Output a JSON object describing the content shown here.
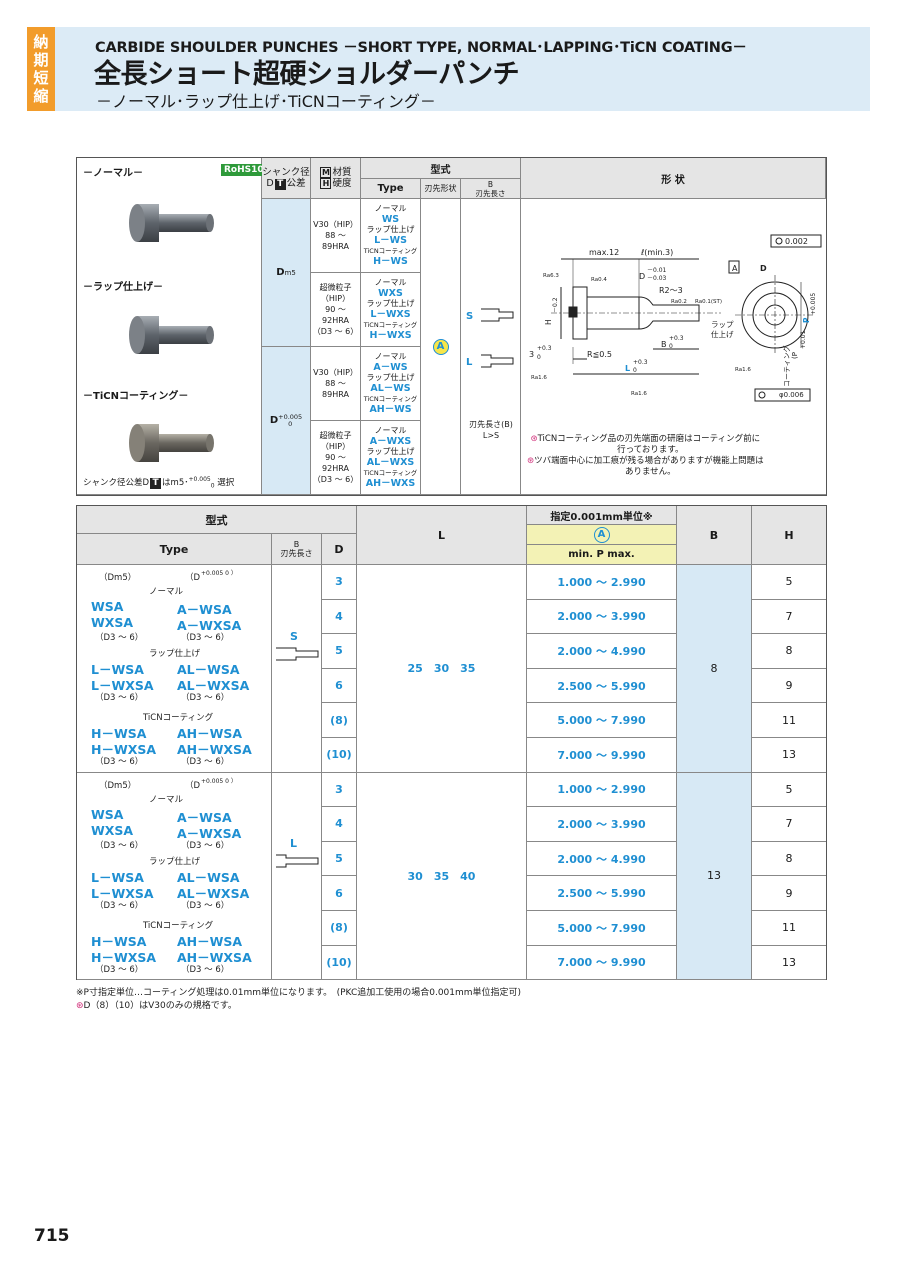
{
  "header": {
    "badge": [
      "納",
      "期",
      "短",
      "縮"
    ],
    "title_en": "CARBIDE SHOULDER PUNCHES －SHORT TYPE, NORMAL･LAPPING･TiCN COATING－",
    "title_jp": "全長ショート超硬ショルダーパンチ",
    "subtitle_jp": "－ノーマル･ラップ仕上げ･TiCNコーティング－"
  },
  "top_table": {
    "finishes": [
      "－ノーマル－",
      "－ラップ仕上げ－",
      "－TiCNコーティング－"
    ],
    "rohs": "RoHS10",
    "shank_note": "シャンク径公差D",
    "shank_note2": "はm5･",
    "shank_note3": "選択",
    "h_shank": [
      "シャンク径",
      "公差"
    ],
    "h_material": [
      "材質",
      "硬度"
    ],
    "h_model": "型式",
    "h_type": "Type",
    "h_tip_shape": "刃先形状",
    "h_tip_len": [
      "B",
      "刃先長さ"
    ],
    "h_shape": "形 状",
    "d_m5": "D",
    "d_m5_sub": "m5",
    "d_plus": "D",
    "d_plus_tol": [
      "+0.005",
      "0"
    ],
    "mat_v30": [
      "V30（HIP）",
      "88 ～ 89HRA"
    ],
    "mat_fine": [
      "超微粒子",
      "（HIP）",
      "90 ～ 92HRA",
      "（D3 ～ 6）"
    ],
    "types_1": [
      "ノーマル",
      "WS",
      "ラップ仕上げ",
      "L－WS",
      "TiCNコーティング",
      "H－WS"
    ],
    "types_2": [
      "ノーマル",
      "WXS",
      "ラップ仕上げ",
      "L－WXS",
      "TiCNコーティング",
      "H－WXS"
    ],
    "types_3": [
      "ノーマル",
      "A－WS",
      "ラップ仕上げ",
      "AL－WS",
      "TiCNコーティング",
      "AH－WS"
    ],
    "types_4": [
      "ノーマル",
      "A－WXS",
      "ラップ仕上げ",
      "AL－WXS",
      "TiCNコーティング",
      "AH－WXS"
    ],
    "tip_A": "A",
    "tip_S": "S",
    "tip_L": "L",
    "tip_note": [
      "刃先長さ(B)",
      "L>S"
    ],
    "drawing_labels": {
      "max12": "max.12",
      "lmin3": "ℓ(min.3)",
      "d_tol": [
        "D",
        "－0.01",
        "－0.03"
      ],
      "r23": "R2～3",
      "datum_A": "A",
      "dt": "D",
      "tol_0002": "0.002",
      "h_02": [
        "H",
        "－0.2",
        "0"
      ],
      "lap": [
        "ラップ",
        "仕上げ"
      ],
      "three": [
        "3",
        "+0.3",
        "0"
      ],
      "r05": "R≦0.5",
      "b_tol": [
        "B",
        "+0.3",
        "0"
      ],
      "l_tol": [
        "L",
        "+0.3",
        "0"
      ],
      "p_tol": [
        "P",
        "+0.005",
        "0"
      ],
      "coating": [
        "コーティング",
        "(P",
        "+0.01",
        "0)"
      ],
      "phi0006": "φ0.006",
      "ra": [
        "Ra6.3",
        "Ra0.4",
        "Ra0.2",
        "Ra0.1(ST)",
        "Ra1.6",
        "Ra1.6",
        "Ra1.6"
      ]
    },
    "notes": [
      "TiCNコーティング品の刃先端面の研磨はコーティング前に",
      "行っております。",
      "ツバ端面中心に加工痕が残る場合がありますが機能上問題は",
      "ありません。"
    ]
  },
  "bottom_table": {
    "h_model": "型式",
    "h_type": "Type",
    "h_b": [
      "B",
      "刃先長さ"
    ],
    "h_d": "D",
    "h_l": "L",
    "h_p_spec": "指定0.001mm単位※",
    "h_p_A": "A",
    "h_p_range": "min. P max.",
    "h_bcol": "B",
    "h_h": "H",
    "groups": [
      {
        "tip": "S",
        "d_m5": "（Dm5）",
        "d_plus": "（D",
        "d_plus_tol": "+0.005 0 ）",
        "normal_label": "ノーマル",
        "normal_left": [
          "WSA",
          "WXSA"
        ],
        "normal_right": [
          "A－WSA",
          "A－WXSA"
        ],
        "normal_range": "（D3 ～ 6）",
        "lap_label": "ラップ仕上げ",
        "lap_left": [
          "L－WSA",
          "L－WXSA"
        ],
        "lap_right": [
          "AL－WSA",
          "AL－WXSA"
        ],
        "ticn_label": "TiCNコーティング",
        "ticn_left": [
          "H－WSA",
          "H－WXSA"
        ],
        "ticn_right": [
          "AH－WSA",
          "AH－WXSA"
        ],
        "L": "25　30　35",
        "B": "8",
        "rows": [
          {
            "D": "3",
            "P": "1.000 ～ 2.990",
            "H": "5"
          },
          {
            "D": "4",
            "P": "2.000 ～ 3.990",
            "H": "7"
          },
          {
            "D": "5",
            "P": "2.000 ～ 4.990",
            "H": "8"
          },
          {
            "D": "6",
            "P": "2.500 ～ 5.990",
            "H": "9"
          },
          {
            "D": "(8)",
            "P": "5.000 ～ 7.990",
            "H": "11"
          },
          {
            "D": "(10)",
            "P": "7.000 ～ 9.990",
            "H": "13"
          }
        ]
      },
      {
        "tip": "L",
        "d_m5": "（Dm5）",
        "d_plus": "（D",
        "d_plus_tol": "+0.005 0 ）",
        "normal_label": "ノーマル",
        "normal_left": [
          "WSA",
          "WXSA"
        ],
        "normal_right": [
          "A－WSA",
          "A－WXSA"
        ],
        "normal_range": "（D3 ～ 6）",
        "lap_label": "ラップ仕上げ",
        "lap_left": [
          "L－WSA",
          "L－WXSA"
        ],
        "lap_right": [
          "AL－WSA",
          "AL－WXSA"
        ],
        "ticn_label": "TiCNコーティング",
        "ticn_left": [
          "H－WSA",
          "H－WXSA"
        ],
        "ticn_right": [
          "AH－WSA",
          "AH－WXSA"
        ],
        "L": "30　35　40",
        "B": "13",
        "rows": [
          {
            "D": "3",
            "P": "1.000 ～ 2.990",
            "H": "5"
          },
          {
            "D": "4",
            "P": "2.000 ～ 3.990",
            "H": "7"
          },
          {
            "D": "5",
            "P": "2.000 ～ 4.990",
            "H": "8"
          },
          {
            "D": "6",
            "P": "2.500 ～ 5.990",
            "H": "9"
          },
          {
            "D": "(8)",
            "P": "5.000 ～ 7.990",
            "H": "11"
          },
          {
            "D": "(10)",
            "P": "7.000 ～ 9.990",
            "H": "13"
          }
        ]
      }
    ]
  },
  "footnotes": [
    "※P寸指定単位…コーティング処理は0.01mm単位になります。　(PKC追加工使用の場合0.001mm単位指定可)",
    "D（8）（10）はV30のみの規格です。"
  ],
  "page_number": "715",
  "colors": {
    "accent_blue": "#1f8fd2",
    "header_bg": "#dcebf6",
    "badge_orange": "#f29c2b",
    "rohs_green": "#2e9a3a",
    "pcol_yellow": "#f3f2b5",
    "bcol_blue": "#d7e9f5"
  }
}
